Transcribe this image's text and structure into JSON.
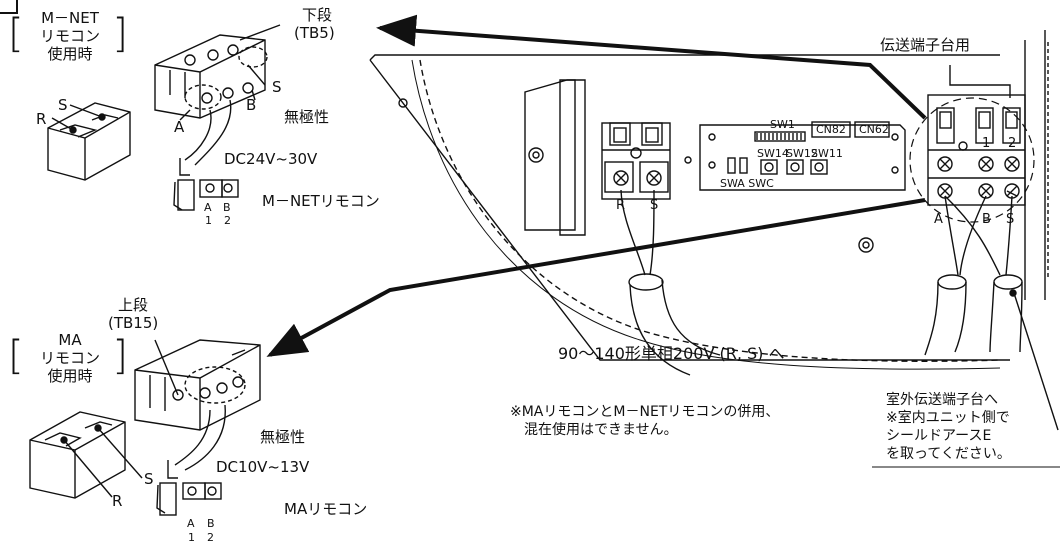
{
  "mnet_section": {
    "title_line1": "M－NET",
    "title_line2": "リモコン",
    "title_line3": "使用時",
    "terminal_label_line1": "下段",
    "terminal_label_line2": "(TB5)",
    "pin_a": "A",
    "pin_b": "B",
    "pin_s": "S",
    "pin_r": "R",
    "pin_s_cover": "S",
    "nonpolar": "無極性",
    "voltage": "DC24V~30V",
    "remote_name": "M－NETリモコン",
    "remote_pin_a": "A",
    "remote_pin_b": "B",
    "remote_pin_1": "1",
    "remote_pin_2": "2"
  },
  "ma_section": {
    "title_line1": "MA",
    "title_line2": "リモコン",
    "title_line3": "使用時",
    "terminal_label_line1": "上段",
    "terminal_label_line2": "(TB15)",
    "pin_s": "S",
    "pin_r": "R",
    "nonpolar": "無極性",
    "voltage": "DC10V~13V",
    "remote_name": "MAリモコン",
    "remote_pin_a": "A",
    "remote_pin_b": "B",
    "remote_pin_1": "1",
    "remote_pin_2": "2"
  },
  "board": {
    "sw1": "SW1",
    "cn82": "CN82",
    "cn62": "CN62",
    "sw14": "SW14",
    "sw12": "SW12",
    "sw11": "SW11",
    "swa_swc": "SWA SWC",
    "power_r": "R",
    "power_s": "S",
    "trans_a": "A",
    "trans_b": "B",
    "trans_s": "S",
    "trans_1": "1",
    "trans_2": "2",
    "transmission_block_label": "伝送端子台用"
  },
  "captions": {
    "power_supply": "90～140形単相200V (R, S) へ",
    "warning_line1": "※MAリモコンとM－NETリモコンの併用、",
    "warning_line2": "混在使用はできません。",
    "outdoor_line1": "室外伝送端子台へ",
    "outdoor_line2": "※室内ユニット側で",
    "outdoor_line3": "シールドアースE",
    "outdoor_line4": "を取ってください。"
  }
}
